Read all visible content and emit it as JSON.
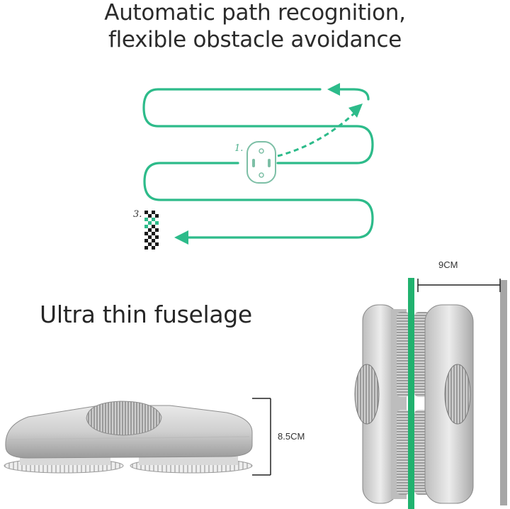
{
  "headline": {
    "line1": "Automatic path recognition,",
    "line2": "flexible obstacle avoidance"
  },
  "path_diagram": {
    "step1_label": "1.",
    "step3_label": "3.",
    "path_color": "#2dbb8a"
  },
  "subtitle": "Ultra thin fuselage",
  "dimensions": {
    "height_label": "8.5CM",
    "width_label": "9CM"
  }
}
